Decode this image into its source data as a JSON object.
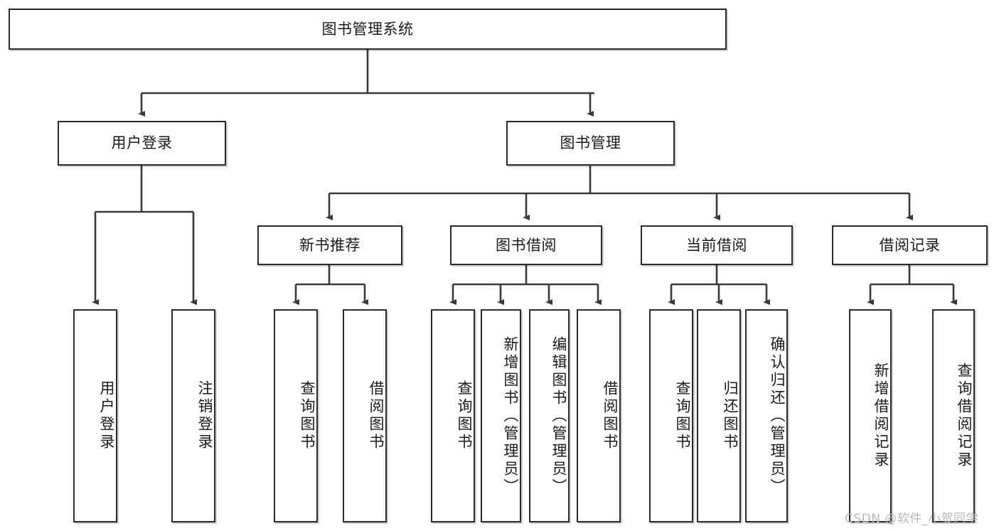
{
  "diagram": {
    "type": "tree-hierarchy-diagram",
    "title": "图书管理系统",
    "watermark": "CSDN @软件_小贺同学",
    "colors": {
      "box_border": "#2b2b2b",
      "box_fill": "#ffffff",
      "edge": "#3a3a3a",
      "text": "#1a1a1a",
      "watermark": "#b9b9b9"
    },
    "root": {
      "label": "图书管理系统"
    },
    "level2": [
      {
        "label": "用户登录"
      },
      {
        "label": "图书管理"
      }
    ],
    "level3": [
      {
        "label": "新书推荐"
      },
      {
        "label": "图书借阅"
      },
      {
        "label": "当前借阅"
      },
      {
        "label": "借阅记录"
      }
    ],
    "leaves": {
      "user_login": [
        {
          "label": "用户登录"
        },
        {
          "label": "注销登录"
        }
      ],
      "new_book_recommend": [
        {
          "label": "查询图书"
        },
        {
          "label": "借阅图书"
        }
      ],
      "book_borrow": [
        {
          "label": "查询图书"
        },
        {
          "label": "新增图书（管理员）"
        },
        {
          "label": "编辑图书（管理员）"
        },
        {
          "label": "借阅图书"
        }
      ],
      "current_borrow": [
        {
          "label": "查询图书"
        },
        {
          "label": "归还图书"
        },
        {
          "label": "确认归还（管理员）"
        }
      ],
      "borrow_record": [
        {
          "label": "新增借阅记录"
        },
        {
          "label": "查询借阅记录"
        }
      ]
    }
  }
}
